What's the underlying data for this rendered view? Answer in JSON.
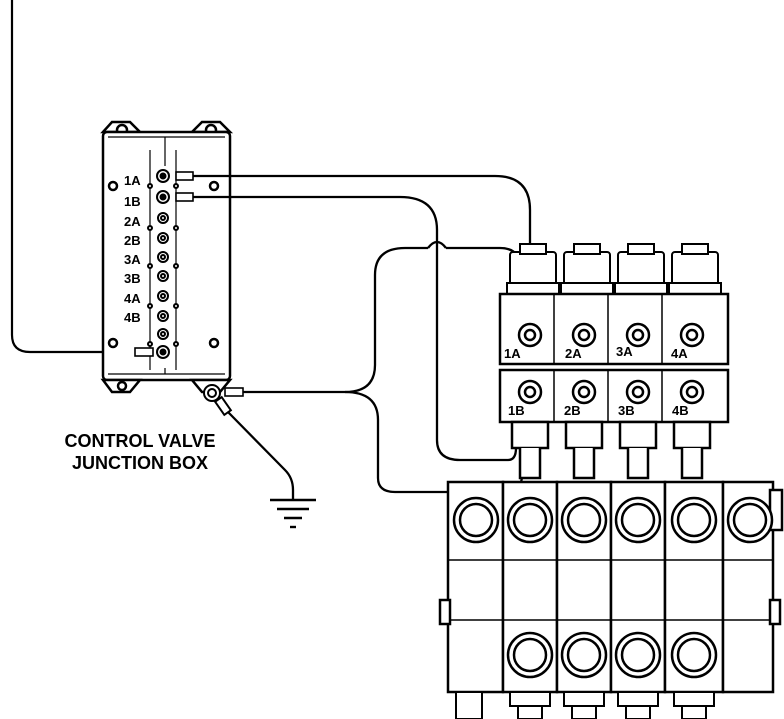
{
  "caption": {
    "line1": "CONTROL VALVE",
    "line2": "JUNCTION BOX"
  },
  "junction_box": {
    "terminals": [
      "1A",
      "1B",
      "2A",
      "2B",
      "3A",
      "3B",
      "4A",
      "4B"
    ]
  },
  "valve": {
    "upper_solenoids": [
      "1A",
      "2A",
      "3A",
      "4A"
    ],
    "lower_solenoids": [
      "1B",
      "2B",
      "3B",
      "4B"
    ]
  },
  "ground_icon": "ground-symbol-icon"
}
